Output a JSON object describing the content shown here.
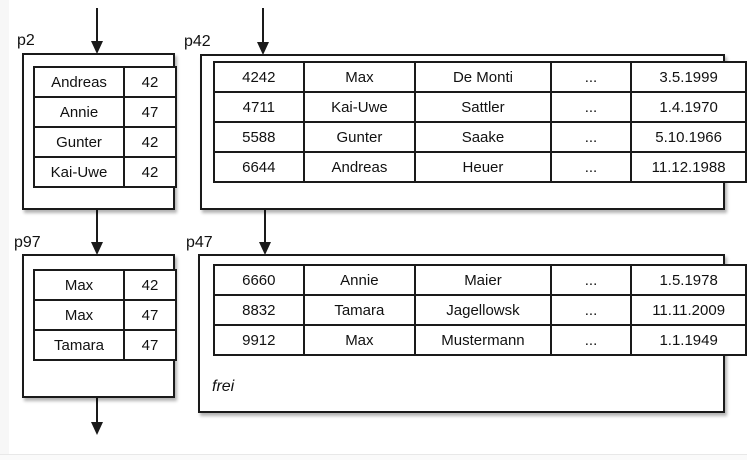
{
  "colors": {
    "background": "#ffffff",
    "line": "#1a1a1a",
    "left_margin": "#f7f7f7",
    "bottom_rule": "#e8e8e8"
  },
  "pages": {
    "p2": {
      "label": "p2",
      "rows": [
        [
          "Andreas",
          "42"
        ],
        [
          "Annie",
          "47"
        ],
        [
          "Gunter",
          "42"
        ],
        [
          "Kai-Uwe",
          "42"
        ]
      ]
    },
    "p42": {
      "label": "p42",
      "rows": [
        [
          "4242",
          "Max",
          "De Monti",
          "...",
          "3.5.1999"
        ],
        [
          "4711",
          "Kai-Uwe",
          "Sattler",
          "...",
          "1.4.1970"
        ],
        [
          "5588",
          "Gunter",
          "Saake",
          "...",
          "5.10.1966"
        ],
        [
          "6644",
          "Andreas",
          "Heuer",
          "...",
          "11.12.1988"
        ]
      ]
    },
    "p97": {
      "label": "p97",
      "rows": [
        [
          "Max",
          "42"
        ],
        [
          "Max",
          "47"
        ],
        [
          "Tamara",
          "47"
        ]
      ]
    },
    "p47": {
      "label": "p47",
      "rows": [
        [
          "6660",
          "Annie",
          "Maier",
          "...",
          "1.5.1978"
        ],
        [
          "8832",
          "Tamara",
          "Jagellowsk",
          "...",
          "11.11.2009"
        ],
        [
          "9912",
          "Max",
          "Mustermann",
          "...",
          "1.1.1949"
        ]
      ],
      "free_label": "frei"
    }
  },
  "arrows": [
    "top-into-p2",
    "top-into-p42",
    "p2-down-to-p97",
    "p42-down-to-p47",
    "p97-down-out"
  ]
}
